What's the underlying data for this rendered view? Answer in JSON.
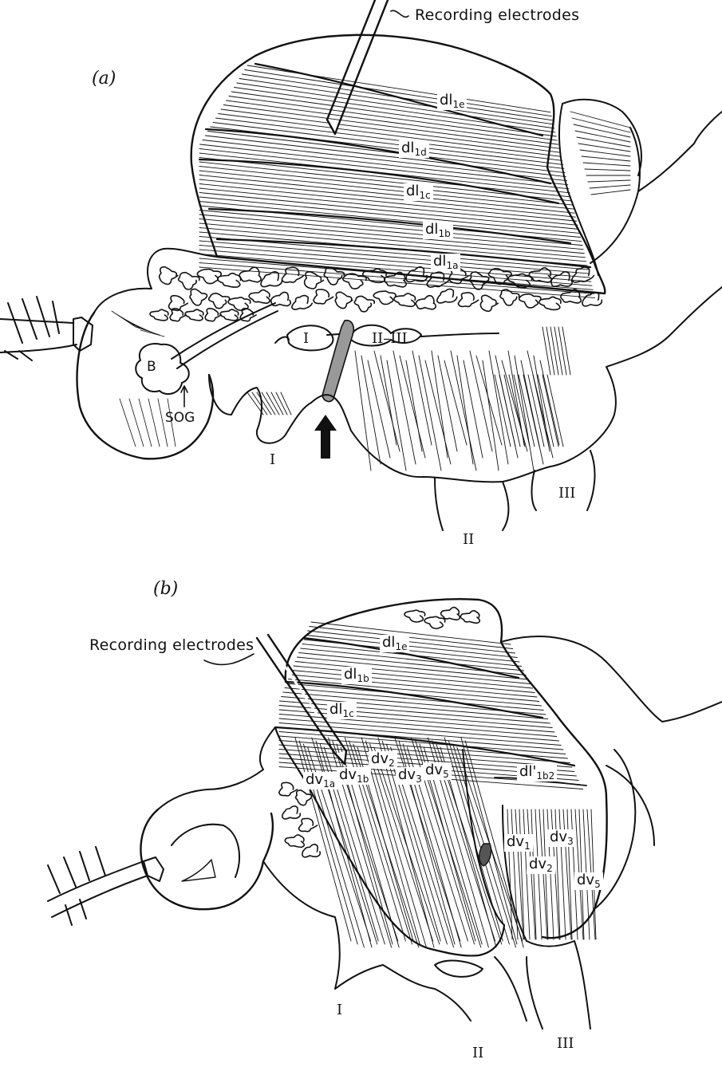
{
  "panel_a": {
    "letter": "(a)",
    "electrode_label": "Recording electrodes",
    "muscles": [
      {
        "name": "dl",
        "sub": "1e"
      },
      {
        "name": "dl",
        "sub": "1d"
      },
      {
        "name": "dl",
        "sub": "1c"
      },
      {
        "name": "dl",
        "sub": "1b"
      },
      {
        "name": "dl",
        "sub": "1a"
      }
    ],
    "brain_label": "B",
    "sog_label": "SOG",
    "ganglion_1": "I",
    "ganglion_23": "II–III",
    "leg_1": "I",
    "leg_2": "II",
    "leg_3": "III"
  },
  "panel_b": {
    "letter": "(b)",
    "electrode_label": "Recording electrodes",
    "dl_muscles": [
      {
        "name": "dl",
        "sub": "1e"
      },
      {
        "name": "dl",
        "sub": "1b"
      },
      {
        "name": "dl",
        "sub": "1c"
      },
      {
        "name": "dl'",
        "sub": "1b2"
      }
    ],
    "dv_front": [
      {
        "name": "dv",
        "sub": "1a"
      },
      {
        "name": "dv",
        "sub": "1b"
      },
      {
        "name": "dv",
        "sub": "2"
      },
      {
        "name": "dv",
        "sub": "3"
      },
      {
        "name": "dv",
        "sub": "5"
      }
    ],
    "dv_back": [
      {
        "name": "dv",
        "sub": "1"
      },
      {
        "name": "dv",
        "sub": "2"
      },
      {
        "name": "dv",
        "sub": "3"
      },
      {
        "name": "dv",
        "sub": "5"
      }
    ],
    "leg_1": "I",
    "leg_2": "II",
    "leg_3": "III"
  }
}
